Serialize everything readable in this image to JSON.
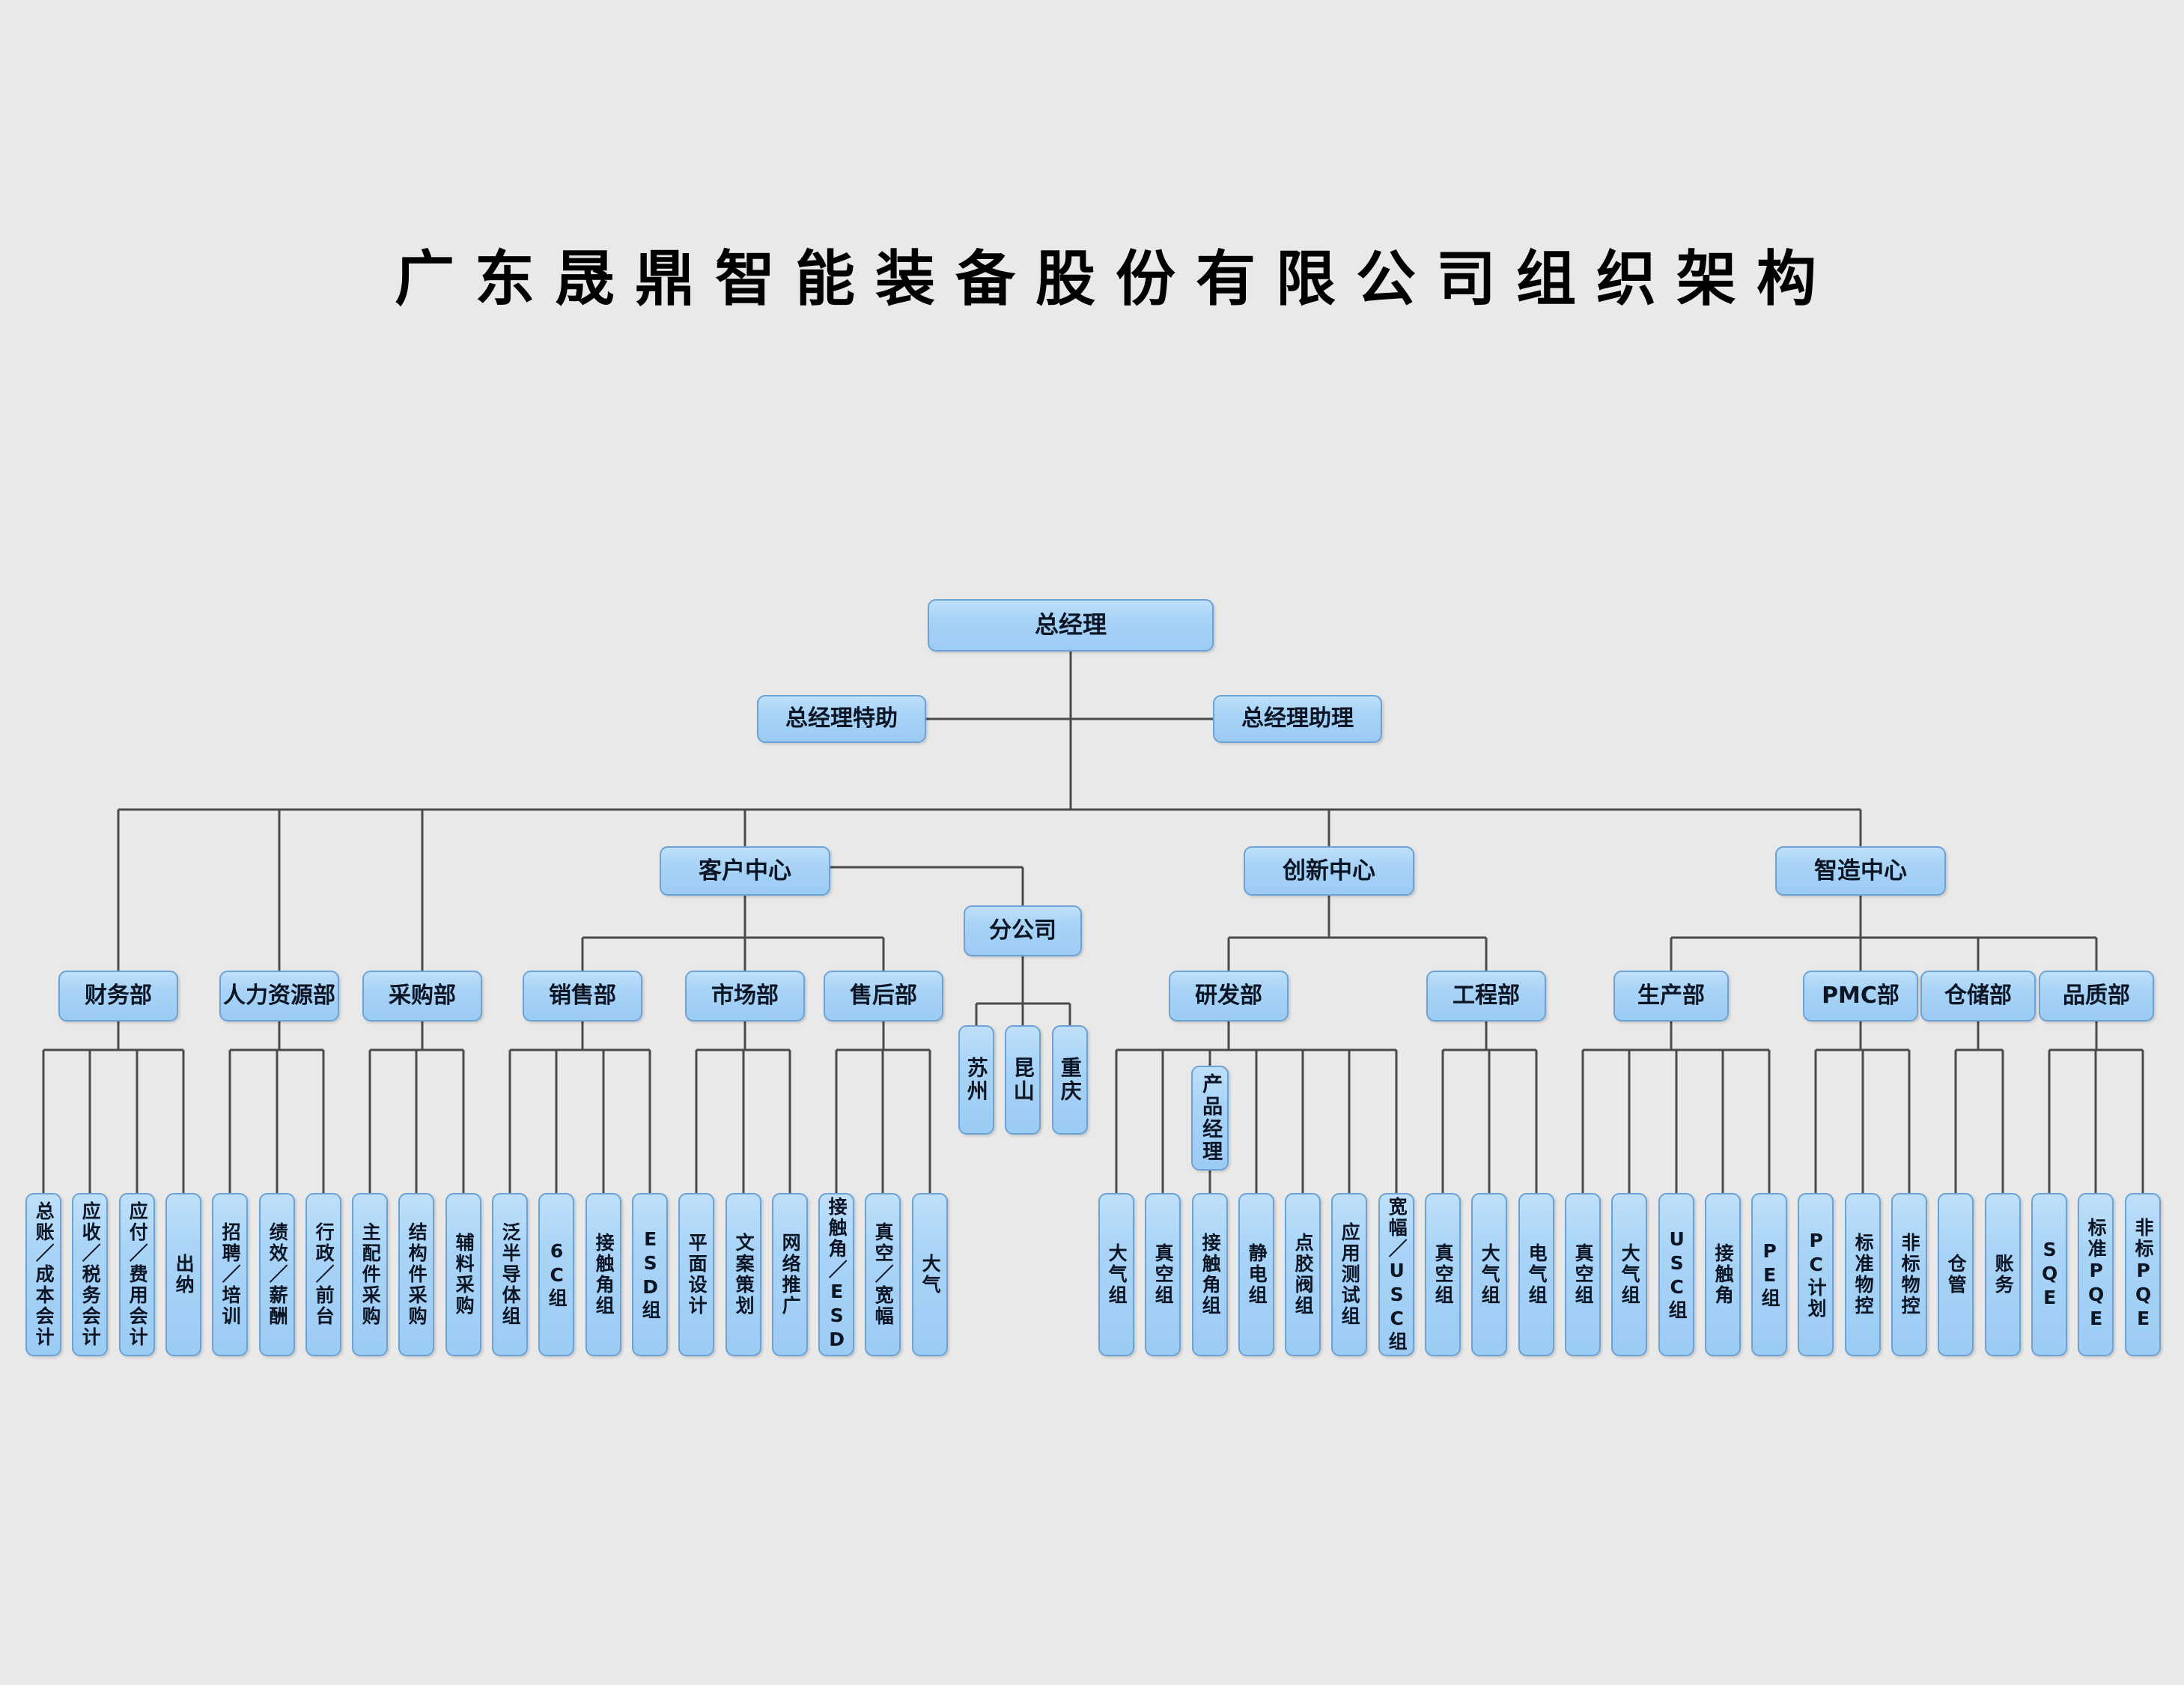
{
  "title": "广东晟鼎智能装备股份有限公司组织架构",
  "colors": {
    "background": "#e9e9e9",
    "node_fill_top": "#bfe0fa",
    "node_fill_bottom": "#9ccbf3",
    "node_border": "#6ba3d6",
    "node_text": "#0b1524",
    "line": "#4a4a4a",
    "title_text": "#000000"
  },
  "chart": {
    "root": {
      "id": "gm",
      "label": "总经理"
    },
    "staff": [
      {
        "id": "gm-special",
        "label": "总经理特助"
      },
      {
        "id": "gm-assistant",
        "label": "总经理助理"
      }
    ],
    "branches": [
      {
        "id": "finance",
        "label": "财务部",
        "type": "department",
        "children": [
          {
            "label": "总账／成本会计"
          },
          {
            "label": "应收／税务会计"
          },
          {
            "label": "应付／费用会计"
          },
          {
            "label": "出纳"
          }
        ]
      },
      {
        "id": "hr",
        "label": "人力资源部",
        "type": "department",
        "children": [
          {
            "label": "招聘／培训"
          },
          {
            "label": "绩效／薪酬"
          },
          {
            "label": "行政／前台"
          }
        ]
      },
      {
        "id": "purchasing",
        "label": "采购部",
        "type": "department",
        "children": [
          {
            "label": "主配件采购"
          },
          {
            "label": "结构件采购"
          },
          {
            "label": "辅料采购"
          }
        ]
      },
      {
        "id": "customer-center",
        "label": "客户中心",
        "type": "center",
        "departments": [
          {
            "id": "sales",
            "label": "销售部",
            "children": [
              {
                "label": "泛半导体组"
              },
              {
                "label": "6C组"
              },
              {
                "label": "接触角组"
              },
              {
                "label": "ESD组"
              }
            ]
          },
          {
            "id": "marketing",
            "label": "市场部",
            "children": [
              {
                "label": "平面设计"
              },
              {
                "label": "文案策划"
              },
              {
                "label": "网络推广"
              }
            ]
          },
          {
            "id": "aftersales",
            "label": "售后部",
            "children": [
              {
                "label": "接触角／ESD"
              },
              {
                "label": "真空／宽幅"
              },
              {
                "label": "大气"
              }
            ]
          }
        ]
      },
      {
        "id": "branch-company",
        "label": "分公司",
        "type": "branch-office",
        "children": [
          {
            "label": "苏州"
          },
          {
            "label": "昆山"
          },
          {
            "label": "重庆"
          }
        ]
      },
      {
        "id": "innovation-center",
        "label": "创新中心",
        "type": "center",
        "departments": [
          {
            "id": "rd",
            "label": "研发部",
            "children": [
              {
                "label": "大气组"
              },
              {
                "label": "真空组"
              },
              {
                "label": "接触角组",
                "intermediate": "产品经理"
              },
              {
                "label": "静电组"
              },
              {
                "label": "点胶阀组"
              },
              {
                "label": "应用测试组"
              },
              {
                "label": "宽幅／USC组"
              }
            ]
          },
          {
            "id": "engineering",
            "label": "工程部",
            "children": [
              {
                "label": "真空组"
              },
              {
                "label": "大气组"
              },
              {
                "label": "电气组"
              }
            ]
          }
        ]
      },
      {
        "id": "manufacturing-center",
        "label": "智造中心",
        "type": "center",
        "departments": [
          {
            "id": "production",
            "label": "生产部",
            "children": [
              {
                "label": "真空组"
              },
              {
                "label": "大气组"
              },
              {
                "label": "USC组"
              },
              {
                "label": "接触角"
              },
              {
                "label": "PE组"
              }
            ]
          },
          {
            "id": "pmc",
            "label": "PMC部",
            "children": [
              {
                "label": "PC计划"
              },
              {
                "label": "标准物控"
              },
              {
                "label": "非标物控"
              }
            ]
          },
          {
            "id": "warehouse",
            "label": "仓储部",
            "children": [
              {
                "label": "仓管"
              },
              {
                "label": "账务"
              }
            ]
          },
          {
            "id": "quality",
            "label": "品质部",
            "children": [
              {
                "label": "SQE"
              },
              {
                "label": "标准PQE"
              },
              {
                "label": "非标PQE"
              }
            ]
          }
        ]
      }
    ]
  }
}
